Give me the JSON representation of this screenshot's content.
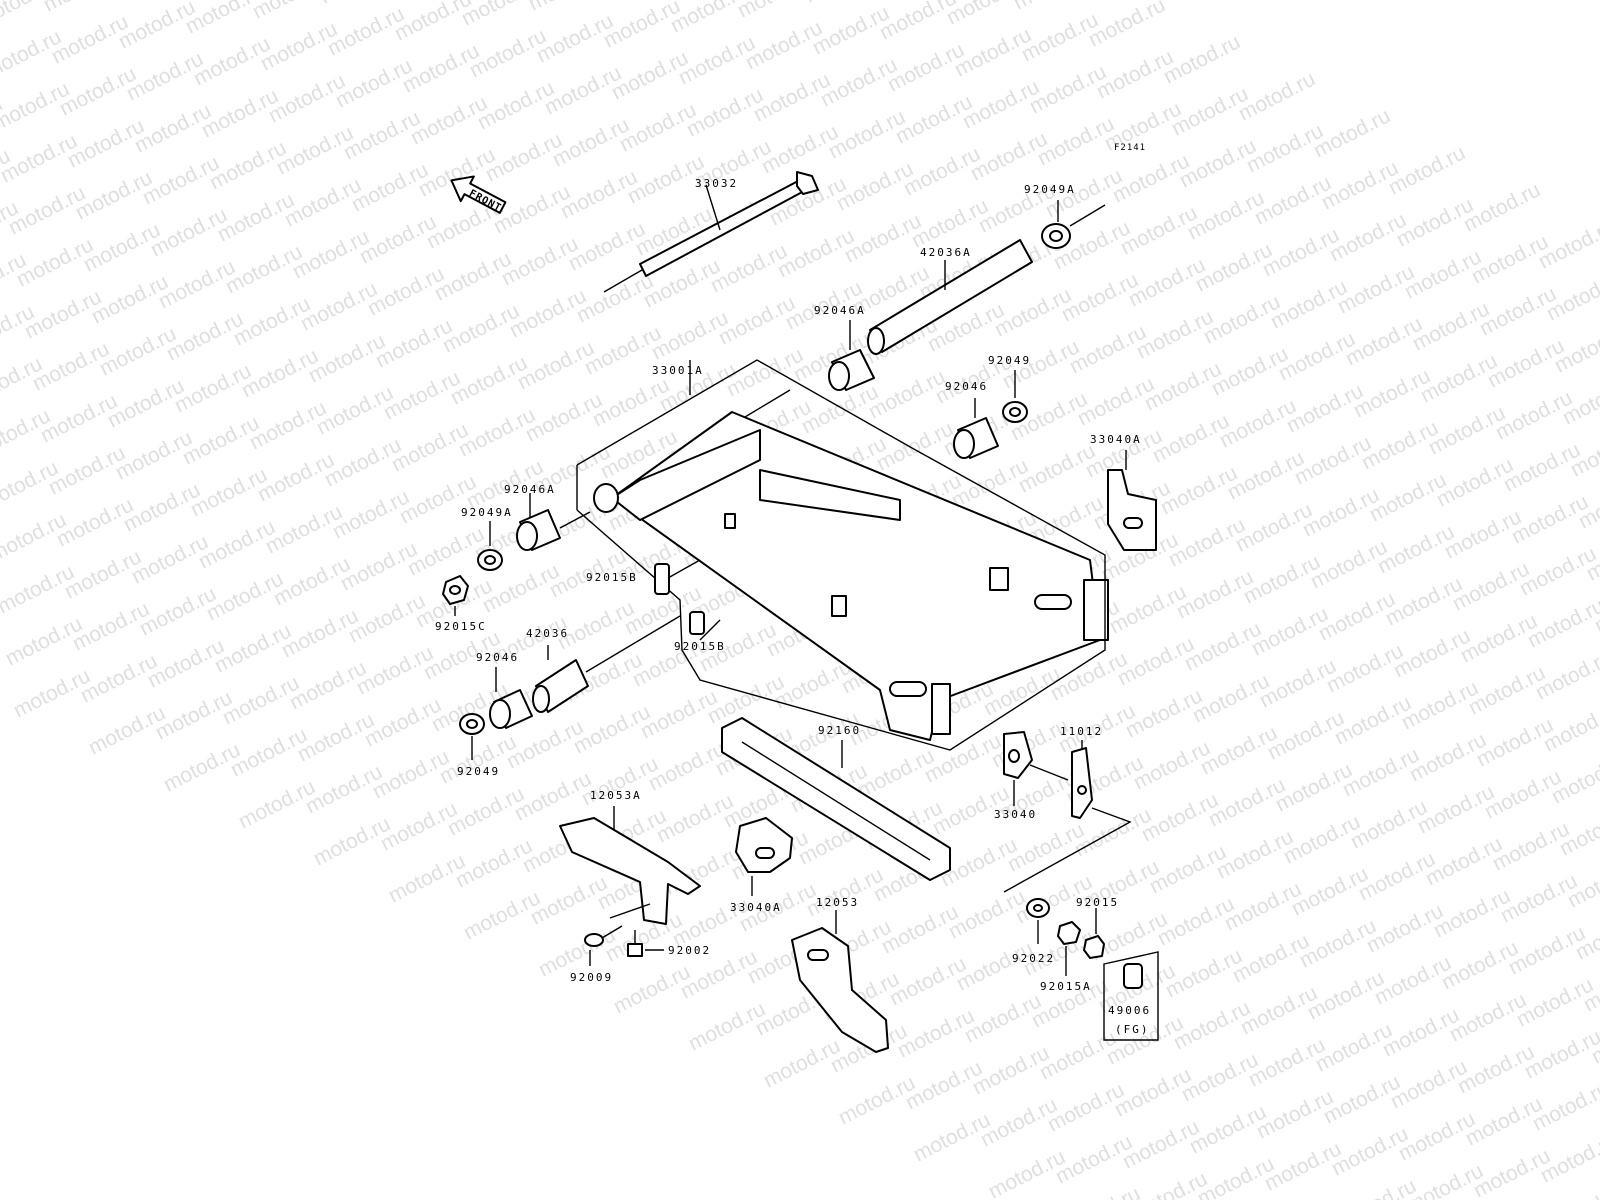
{
  "diagram_code": "F2141",
  "front_arrow_label": "FRONT",
  "watermark_text": "motod.ru",
  "parts": {
    "p33032": "33032",
    "p92049A_top": "92049A",
    "p42036A": "42036A",
    "p92046A_top": "92046A",
    "p33001A": "33001A",
    "p92049_top": "92049",
    "p92046_top": "92046",
    "p33040A_right": "33040A",
    "p92046A_left": "92046A",
    "p92049A_left": "92049A",
    "p92015B_a": "92015B",
    "p92015C": "92015C",
    "p42036": "42036",
    "p92015B_b": "92015B",
    "p92046_left": "92046",
    "p92049_left": "92049",
    "p92160": "92160",
    "p11012": "11012",
    "p33040": "33040",
    "p12053A": "12053A",
    "p33040A_bottom": "33040A",
    "p12053": "12053",
    "p92015": "92015",
    "p92002": "92002",
    "p92009": "92009",
    "p92022": "92022",
    "p92015A": "92015A",
    "p49006": "49006",
    "p49006_note": "(FG)"
  }
}
